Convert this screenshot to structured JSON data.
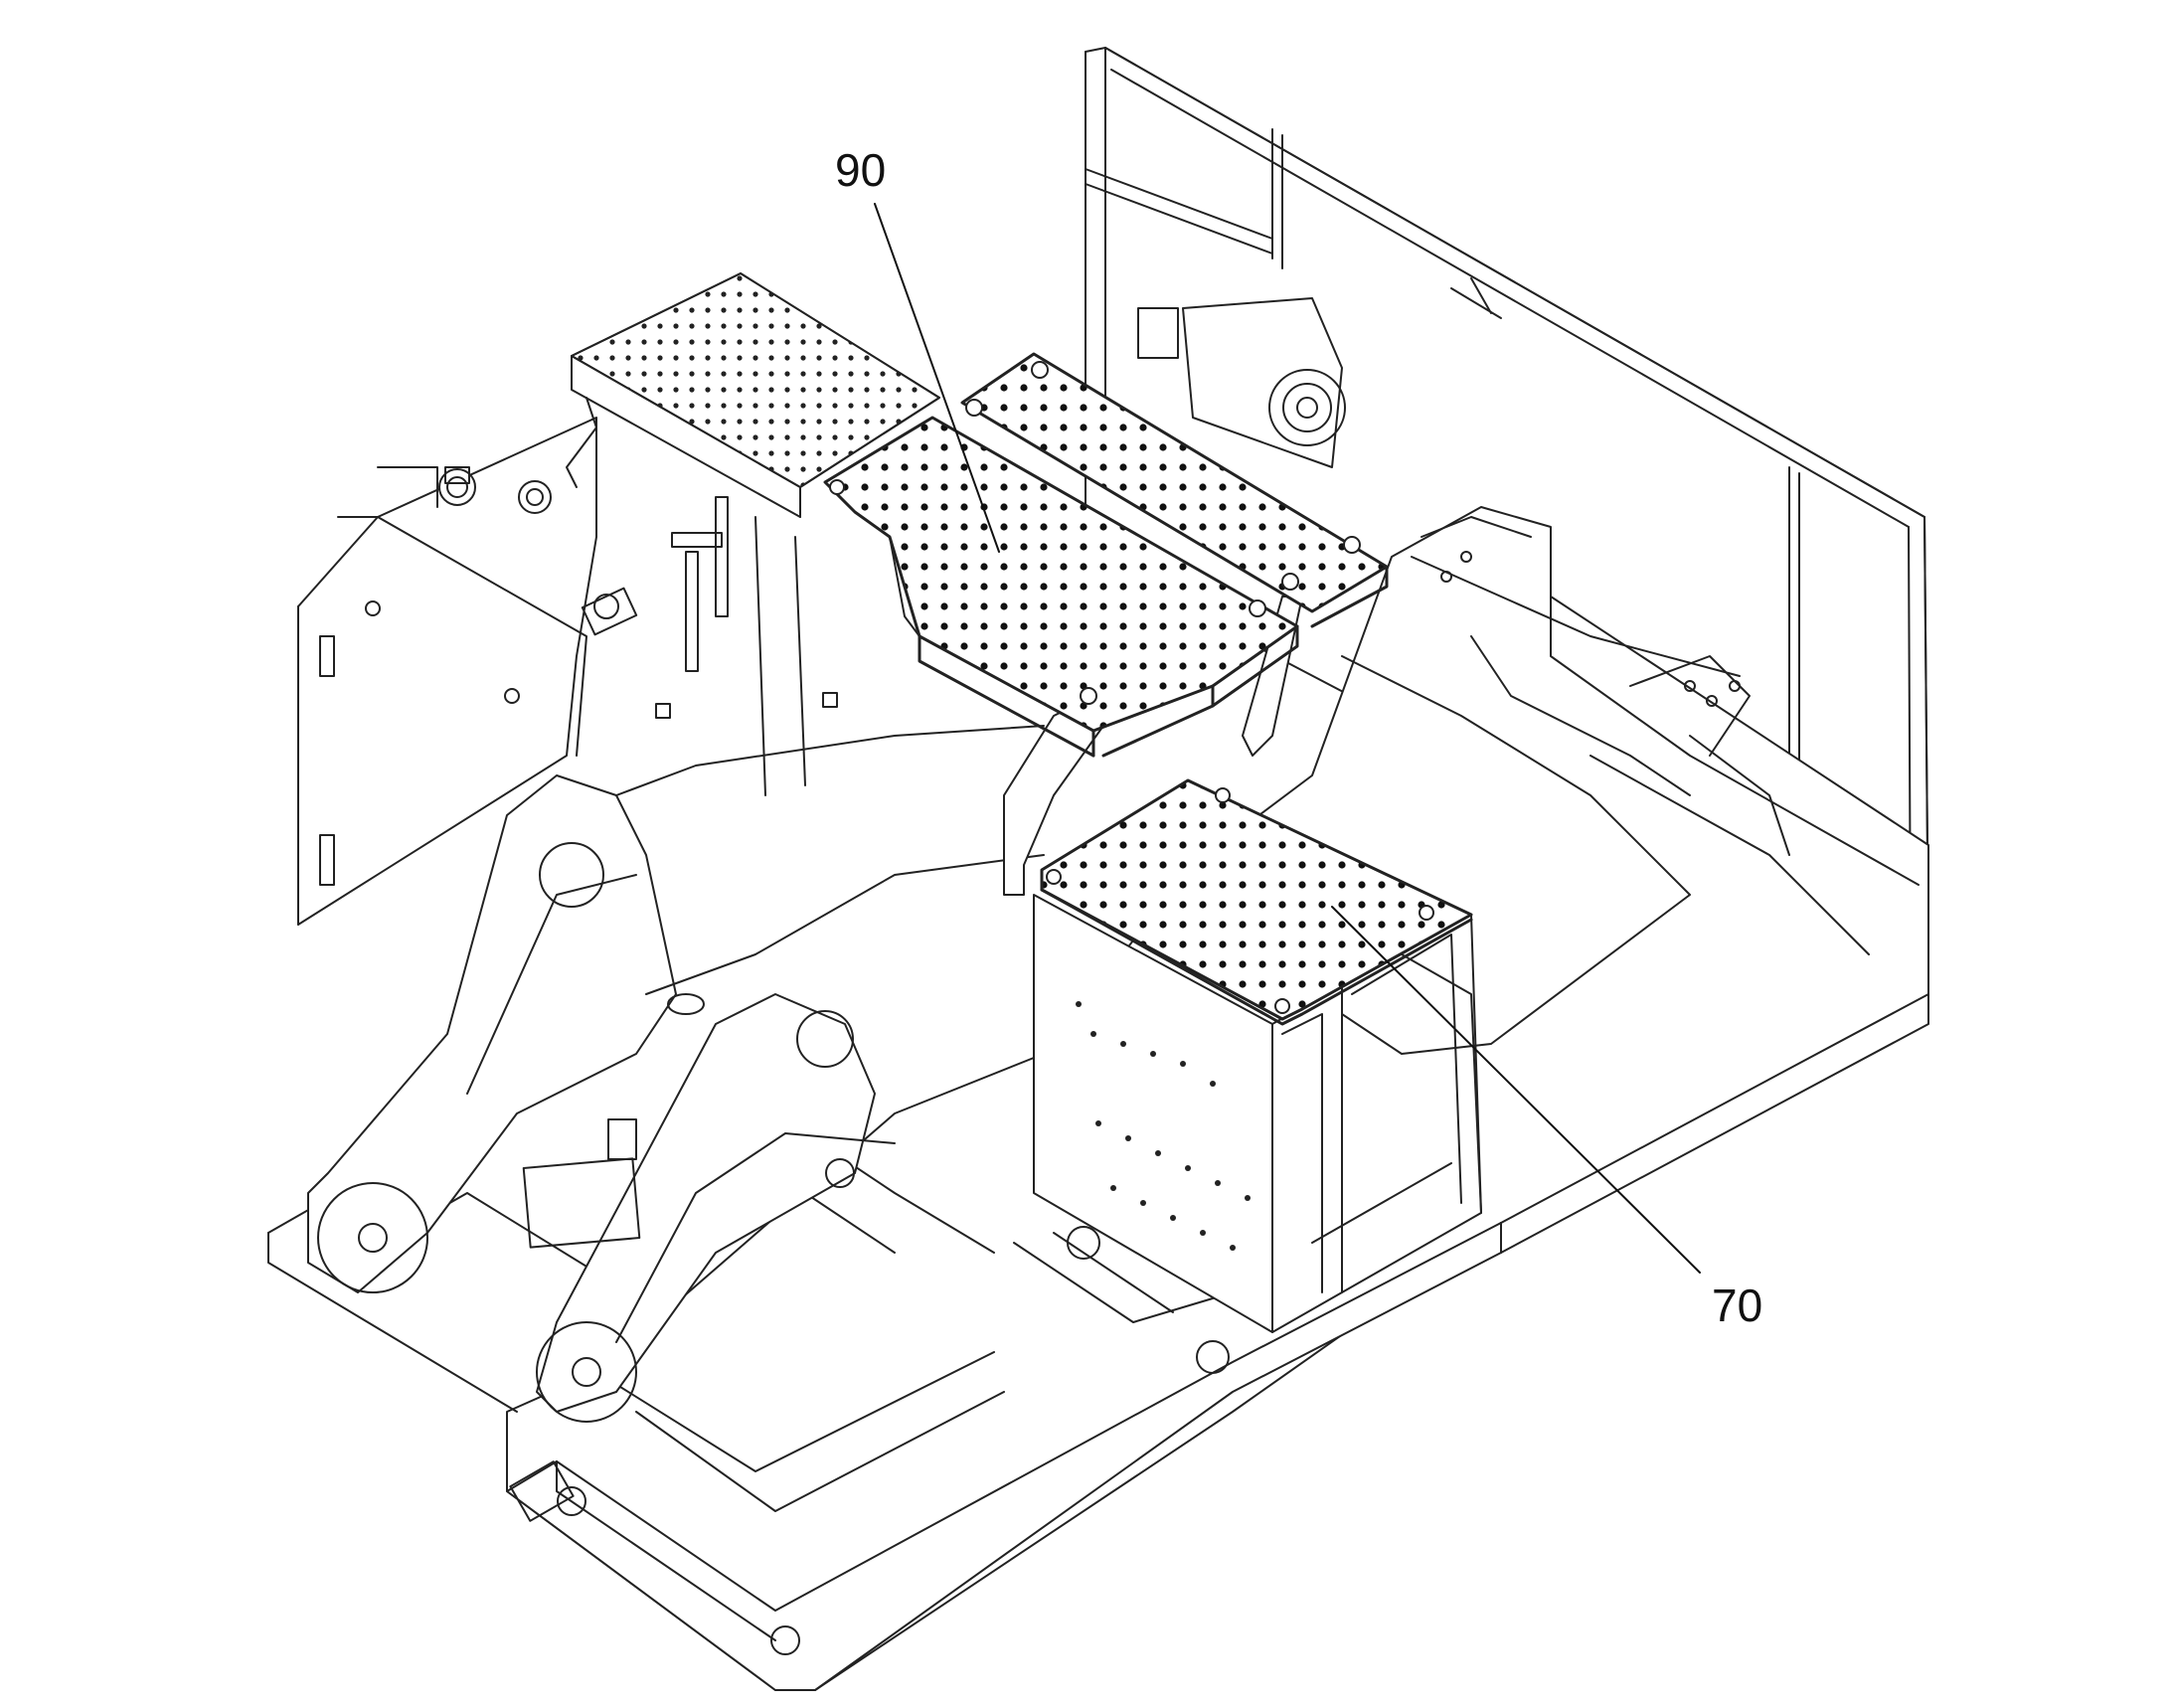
{
  "figure": {
    "callouts": [
      {
        "id": "90",
        "text": "90"
      },
      {
        "id": "70",
        "text": "70"
      }
    ]
  }
}
